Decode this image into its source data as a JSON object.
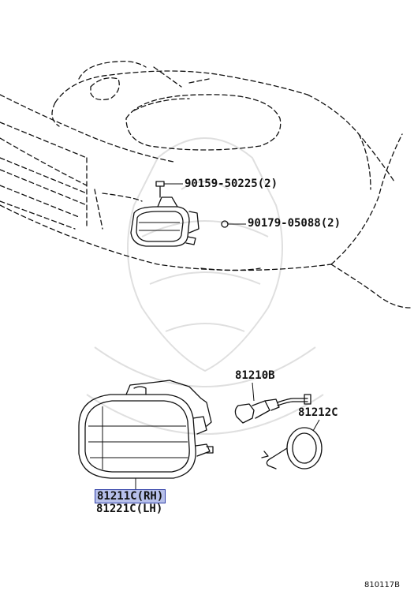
{
  "diagram": {
    "parts": {
      "bolt": "90159-50225(2)",
      "nut": "90179-05088(2)",
      "bulb": "81210B",
      "socket_cover": "81212C",
      "lamp_rh": "81211C(RH)",
      "lamp_lh": "81221C(LH)"
    },
    "diagram_code": "810117B",
    "colors": {
      "line": "#111111",
      "highlight_fill": "#b7c0ea",
      "highlight_border": "#3040a8",
      "watermark": "#d8d8d8"
    }
  }
}
